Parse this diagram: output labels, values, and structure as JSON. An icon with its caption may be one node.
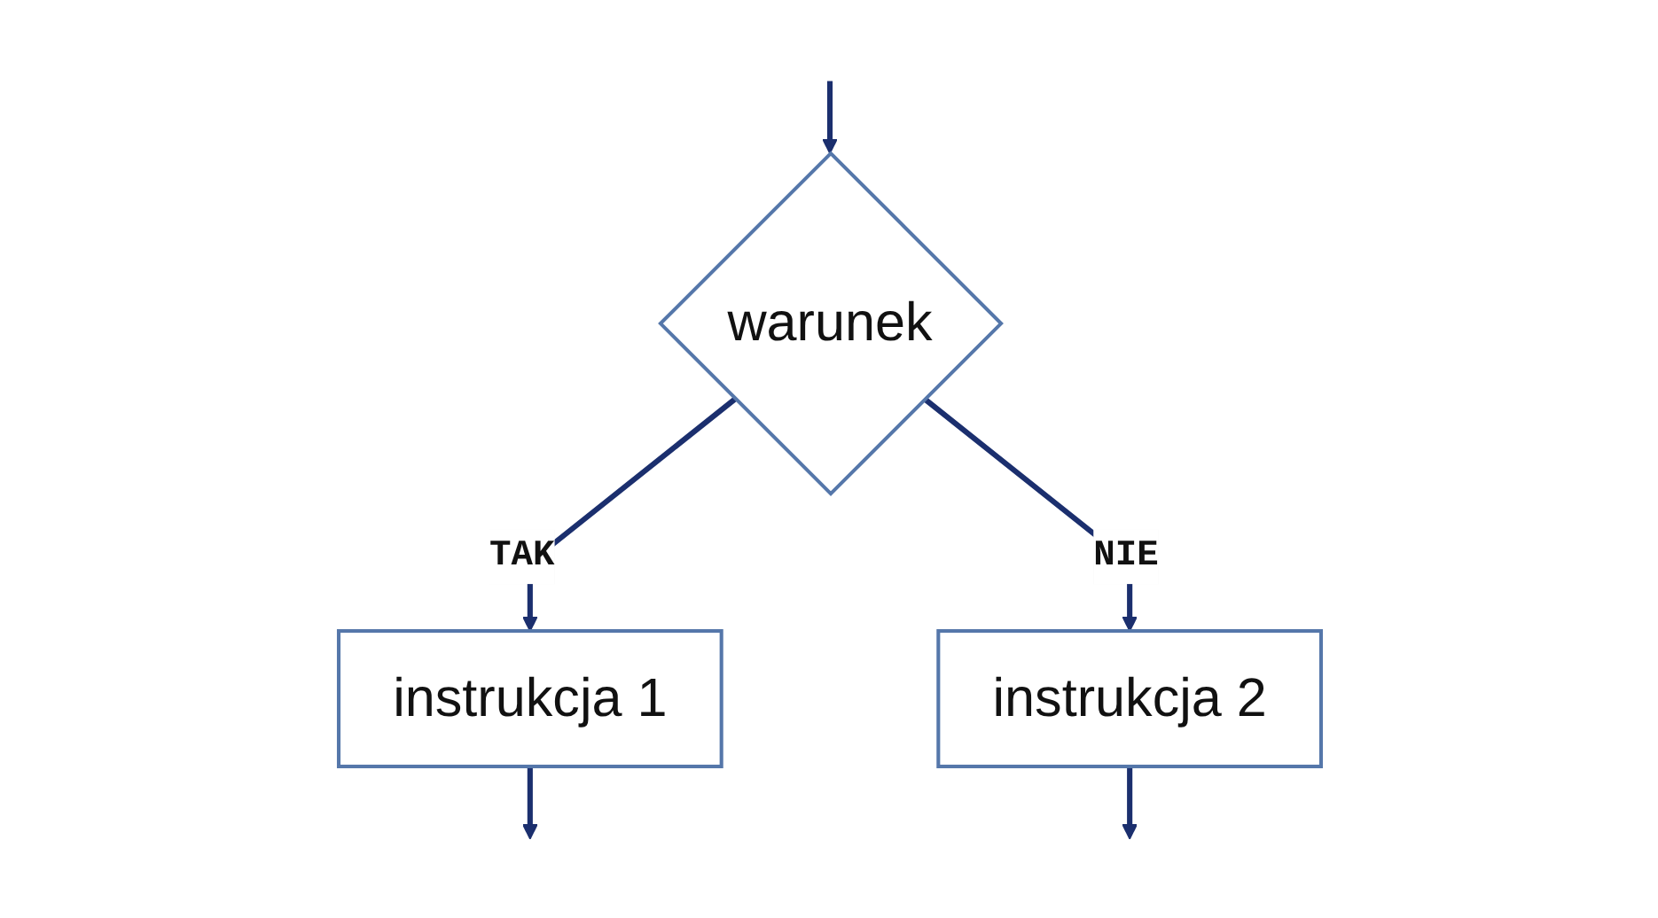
{
  "diagram": {
    "nodes": [
      {
        "text": [
          "warunek"
        ]
      },
      {
        "text": [
          "instrukcja 1"
        ]
      },
      {
        "text": [
          "instrukcja 2"
        ]
      }
    ],
    "edges": [
      {
        "from": null,
        "to": 0,
        "arrow": "to"
      },
      {
        "from": 0,
        "to": 1,
        "label": "TAK",
        "arrow": "to"
      },
      {
        "from": 0,
        "to": 2,
        "label": "NIE",
        "arrow": "to"
      },
      {
        "from": 1,
        "to": null,
        "arrow": "to"
      },
      {
        "from": 2,
        "to": null,
        "arrow": "to"
      }
    ]
  }
}
